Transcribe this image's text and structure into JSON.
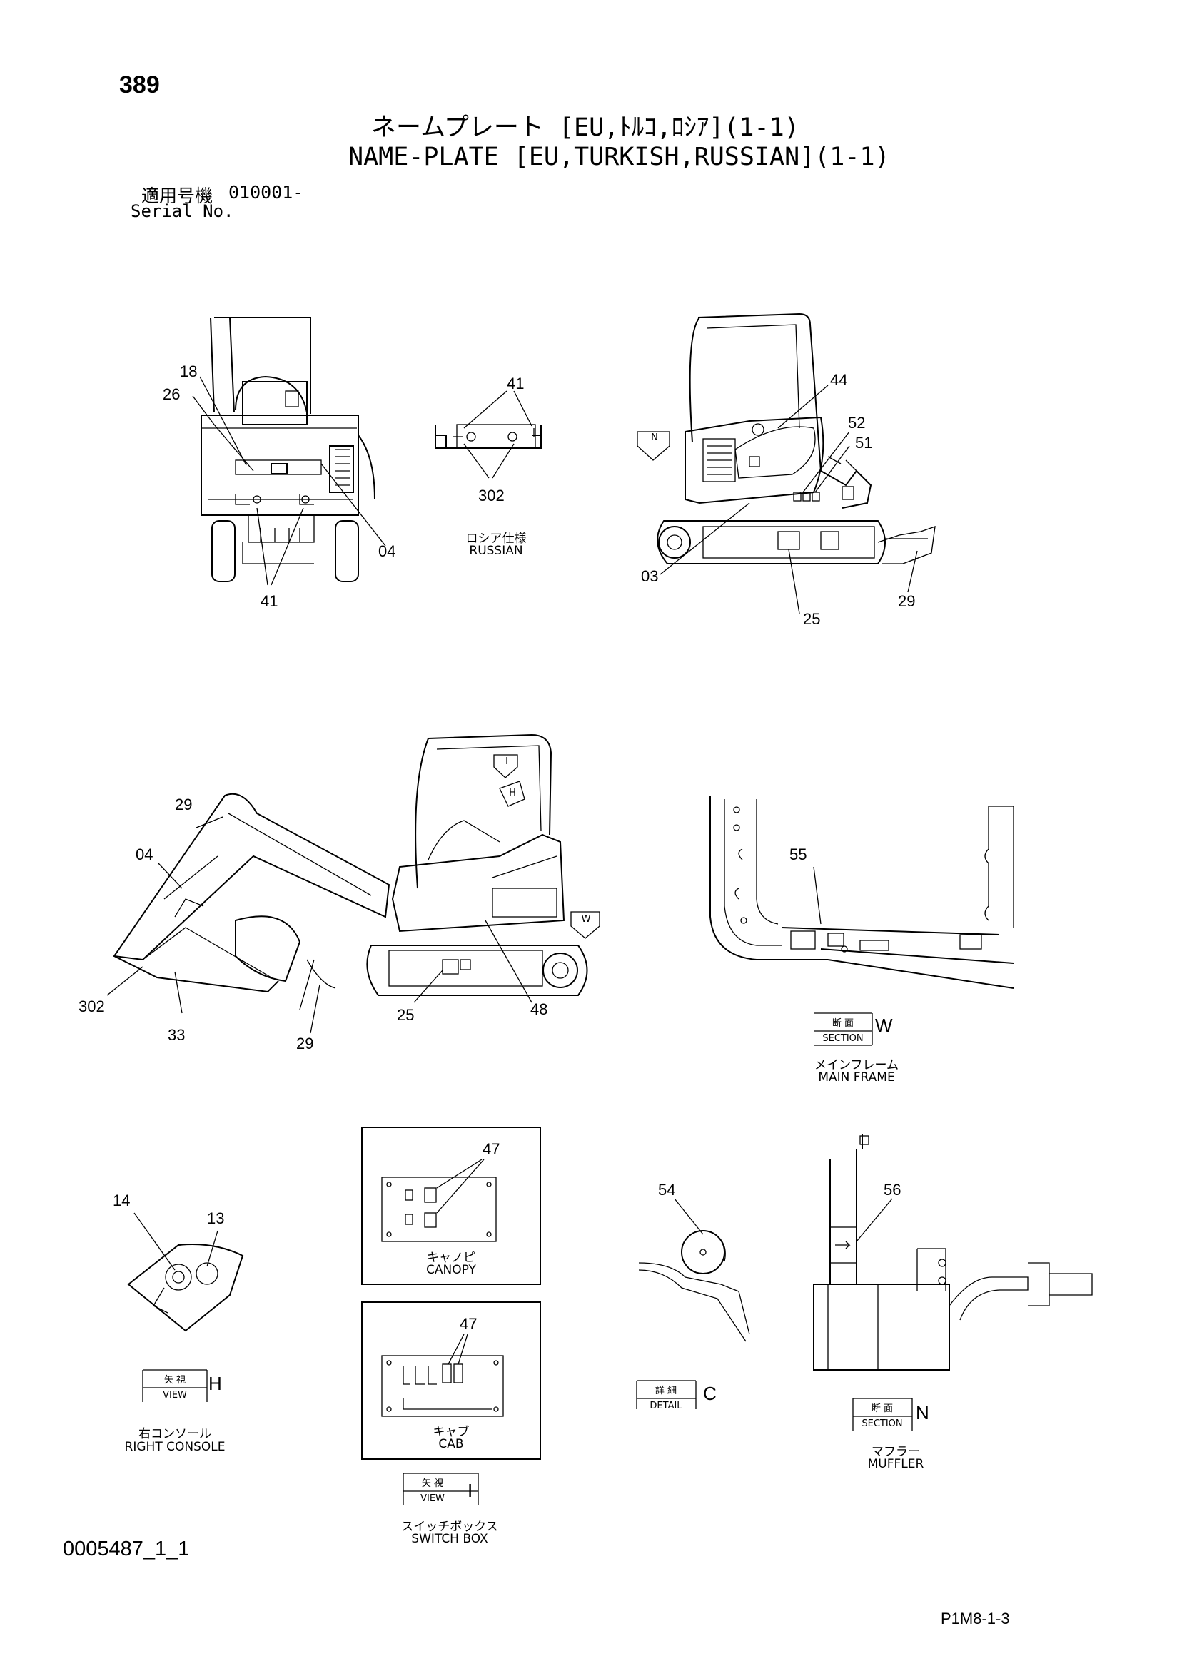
{
  "header": {
    "page_number": "389",
    "title_jp": "ネームプレート [EU,ﾄﾙｺ,ﾛｼｱ](1-1)",
    "title_en": "NAME-PLATE [EU,TURKISH,RUSSIAN](1-1)",
    "serial_label_jp": "適用号機",
    "serial_value": "010001-",
    "serial_label_en": "Serial No."
  },
  "callouts": {
    "rear": [
      "18",
      "26",
      "04",
      "41"
    ],
    "russian": [
      "41",
      "302"
    ],
    "front": [
      "44",
      "52",
      "51",
      "03",
      "25",
      "29"
    ],
    "side": [
      "29",
      "04",
      "302",
      "33",
      "29",
      "25",
      "48"
    ],
    "main_frame": [
      "55"
    ],
    "right_console": [
      "14",
      "13"
    ],
    "canopy": [
      "47"
    ],
    "cab": [
      "47"
    ],
    "detail_c": [
      "54"
    ],
    "muffler": [
      "56"
    ]
  },
  "view_markers": {
    "n_marker": "N",
    "w_marker": "W",
    "i_marker": "I",
    "h_marker": "H"
  },
  "captions": {
    "russian_jp": "ロシア仕様",
    "russian_en": "RUSSIAN",
    "main_frame_jp": "メインフレーム",
    "main_frame_en": "MAIN FRAME",
    "right_console_jp": "右コンソール",
    "right_console_en": "RIGHT CONSOLE",
    "canopy_jp": "キャノピ",
    "canopy_en": "CANOPY",
    "cab_jp": "キャブ",
    "cab_en": "CAB",
    "switch_box_jp": "スイッチボックス",
    "switch_box_en": "SWITCH BOX",
    "muffler_jp": "マフラー",
    "muffler_en": "MUFFLER"
  },
  "section_boxes": {
    "section_w": {
      "top": "断 面",
      "bottom": "SECTION",
      "letter": "W"
    },
    "view_h": {
      "top": "矢 視",
      "bottom": "VIEW",
      "letter": "H"
    },
    "view_i": {
      "top": "矢 視",
      "bottom": "VIEW",
      "letter": "I"
    },
    "detail_c": {
      "top": "詳 細",
      "bottom": "DETAIL",
      "letter": "C"
    },
    "section_n": {
      "top": "断 面",
      "bottom": "SECTION",
      "letter": "N"
    }
  },
  "footer": {
    "doc_id": "0005487_1_1",
    "page_code": "P1M8-1-3"
  }
}
